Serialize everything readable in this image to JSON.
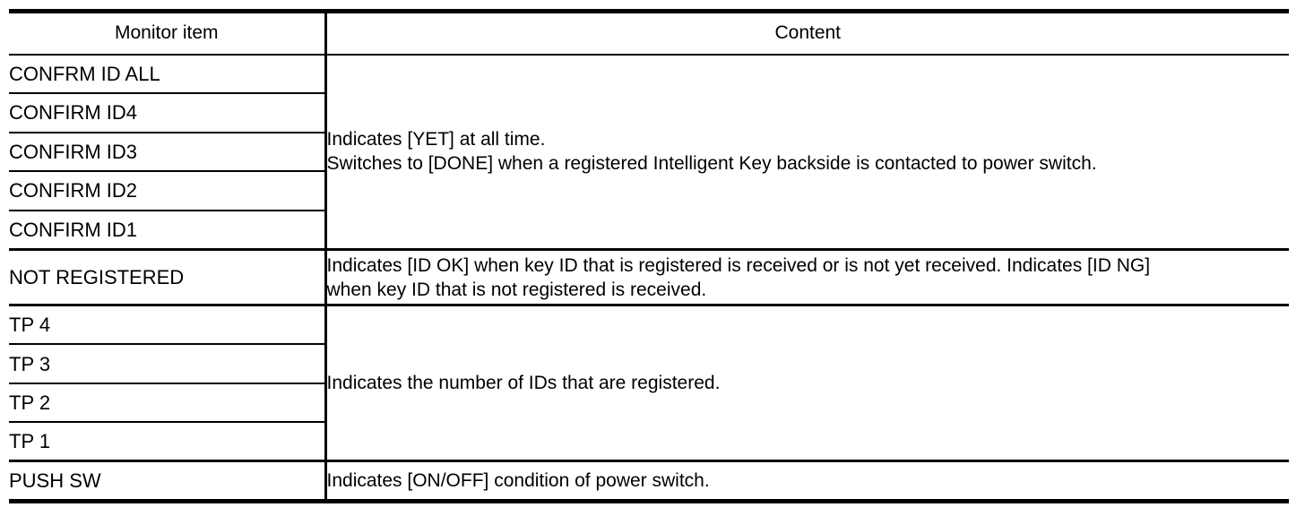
{
  "table": {
    "headers": {
      "item": "Monitor item",
      "content": "Content"
    },
    "groups": [
      {
        "id": "confirm-id-group",
        "items": [
          "CONFRM ID ALL",
          "CONFIRM ID4",
          "CONFIRM ID3",
          "CONFIRM ID2",
          "CONFIRM ID1"
        ],
        "content_lines": [
          "Indicates [YET] at all time.",
          "Switches to [DONE] when a registered Intelligent Key backside is contacted to power switch."
        ]
      },
      {
        "id": "not-registered-group",
        "items": [
          "NOT REGISTERED"
        ],
        "content_lines": [
          "Indicates [ID OK] when key ID that is registered is received or is not yet received. Indicates [ID NG]",
          "when key ID that is not registered is received."
        ]
      },
      {
        "id": "tp-group",
        "items": [
          "TP 4",
          "TP 3",
          "TP 2",
          "TP 1"
        ],
        "content_lines": [
          "Indicates the number of IDs that are registered."
        ]
      },
      {
        "id": "push-sw-group",
        "items": [
          "PUSH SW"
        ],
        "content_lines": [
          "Indicates [ON/OFF] condition of power switch."
        ]
      }
    ]
  },
  "colors": {
    "rule": "#000000",
    "text": "#000000",
    "background": "#ffffff"
  }
}
